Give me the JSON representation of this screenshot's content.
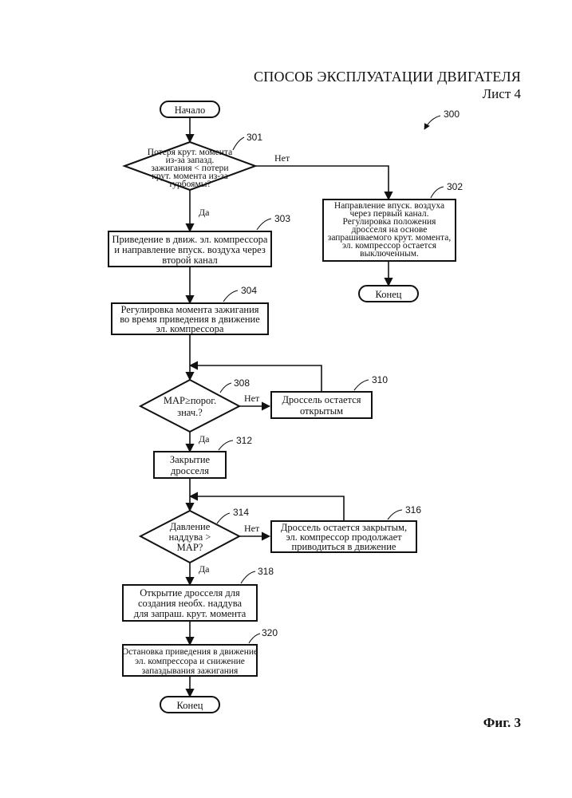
{
  "header": {
    "title": "СПОСОБ ЭКСПЛУАТАЦИИ ДВИГАТЕЛЯ",
    "sheet": "Лист 4",
    "figure_ref": "300",
    "figure_caption": "Фиг. 3"
  },
  "nodes": {
    "start": {
      "text": "Начало"
    },
    "d301": {
      "ref": "301",
      "lines": [
        "Потеря крут. момента",
        "из-за запазд.",
        "зажигания < потери",
        "крут. момента из-за",
        "турбоямы?"
      ]
    },
    "b302": {
      "ref": "302",
      "lines": [
        "Направление впуск. воздуха",
        "через первый канал.",
        "Регулировка положения",
        "дросселя на основе",
        "запрашиваемого крут. момента,",
        "эл. компрессор остается",
        "выключенным."
      ]
    },
    "end1": {
      "text": "Конец"
    },
    "b303": {
      "ref": "303",
      "lines": [
        "Приведение в движ. эл. компрессора",
        "и направление впуск. воздуха через",
        "второй канал"
      ]
    },
    "b304": {
      "ref": "304",
      "lines": [
        "Регулировка момента зажигания",
        "во время приведения в движение",
        "эл. компрессора"
      ]
    },
    "d308": {
      "ref": "308",
      "lines": [
        "MAP≥порог.",
        "знач.?"
      ]
    },
    "b310": {
      "ref": "310",
      "lines": [
        "Дроссель остается",
        "открытым"
      ]
    },
    "b312": {
      "ref": "312",
      "lines": [
        "Закрытие",
        "дросселя"
      ]
    },
    "d314": {
      "ref": "314",
      "lines": [
        "Давление",
        "наддува >",
        "MAP?"
      ]
    },
    "b316": {
      "ref": "316",
      "lines": [
        "Дроссель остается закрытым,",
        "эл. компрессор продолжает",
        "приводиться в движение"
      ]
    },
    "b318": {
      "ref": "318",
      "lines": [
        "Открытие дросселя для",
        "создания необх. наддува",
        "для запраш. крут. момента"
      ]
    },
    "b320": {
      "ref": "320",
      "lines": [
        "Остановка приведения в движение",
        "эл. компрессора и снижение",
        "запаздывания зажигания"
      ]
    },
    "end2": {
      "text": "Конец"
    }
  },
  "edge_labels": {
    "no_301": "Нет",
    "yes_301": "Да",
    "no_308": "Нет",
    "yes_308": "Да",
    "no_314": "Нет",
    "yes_314": "Да"
  }
}
